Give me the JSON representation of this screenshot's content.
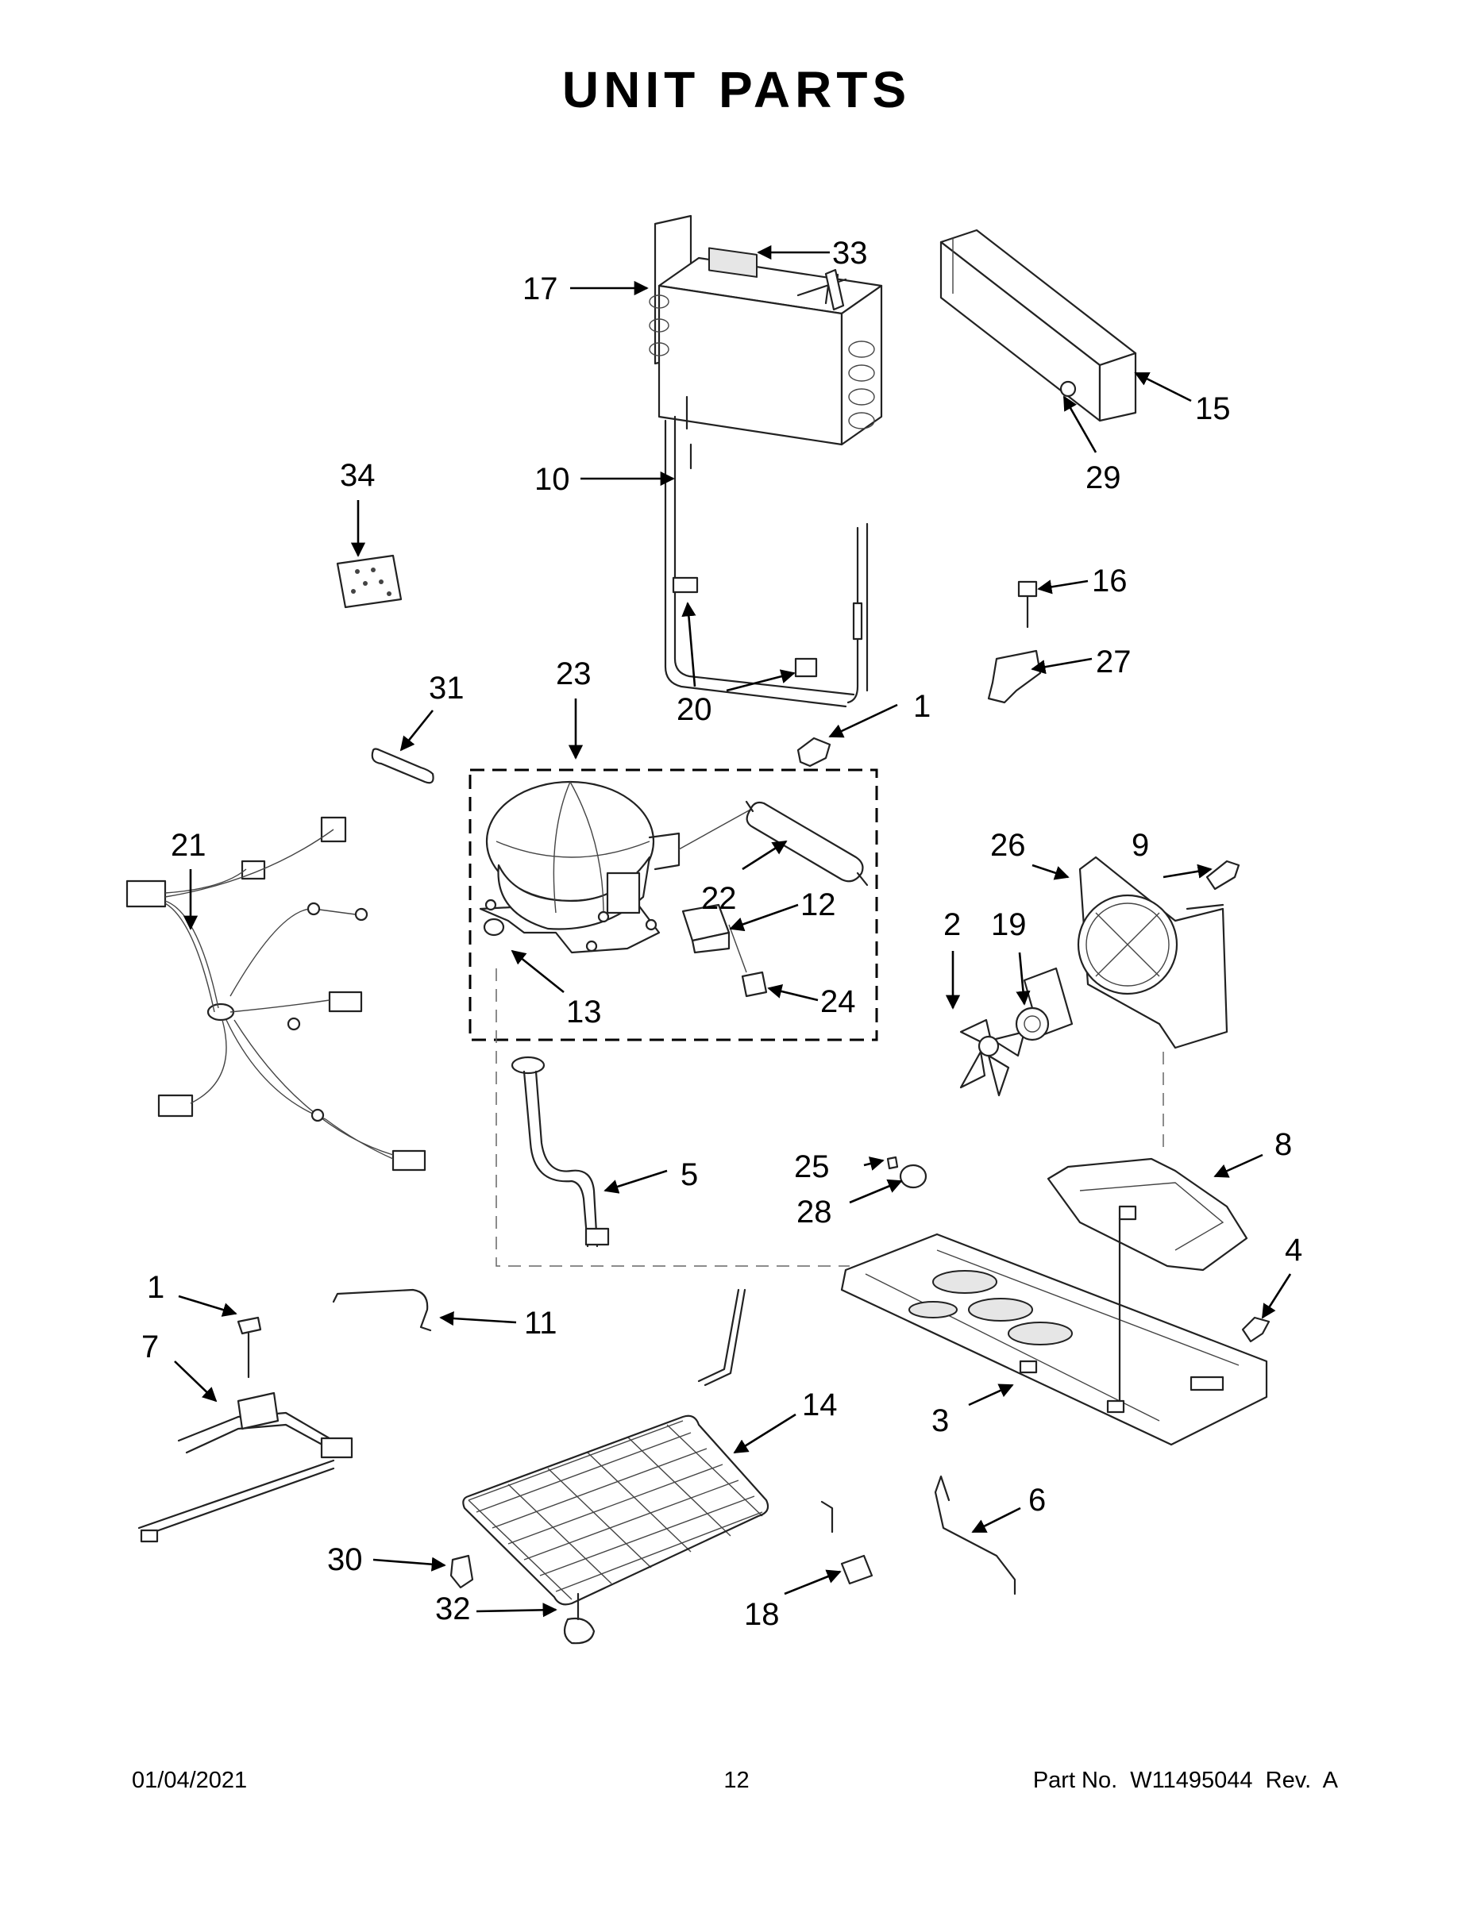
{
  "title": "UNIT PARTS",
  "footer": {
    "date": "01/04/2021",
    "page": "12",
    "part_no": "Part No.  W11495044  Rev.  A"
  },
  "callouts": {
    "c1a": "1",
    "c1b": "1",
    "c2": "2",
    "c3": "3",
    "c4": "4",
    "c5": "5",
    "c6": "6",
    "c7": "7",
    "c8": "8",
    "c9": "9",
    "c10": "10",
    "c11": "11",
    "c12": "12",
    "c13": "13",
    "c14": "14",
    "c15": "15",
    "c16": "16",
    "c17": "17",
    "c18": "18",
    "c19": "19",
    "c20": "20",
    "c21": "21",
    "c22": "22",
    "c23": "23",
    "c24": "24",
    "c25": "25",
    "c26": "26",
    "c27": "27",
    "c28": "28",
    "c29": "29",
    "c30": "30",
    "c31": "31",
    "c32": "32",
    "c33": "33",
    "c34": "34"
  }
}
